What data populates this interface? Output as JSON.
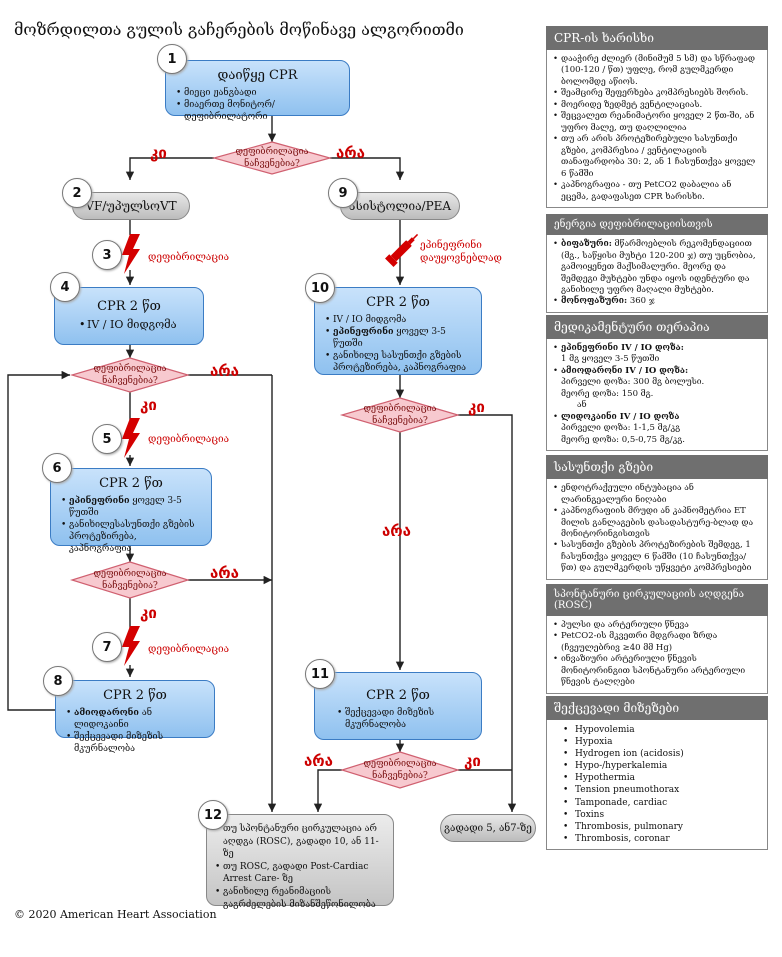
{
  "title": "მოზრდილთა გულის გაჩერების მოწინავე ალგორითმი",
  "copyright": "© 2020 American Heart Association",
  "colors": {
    "accent_red": "#cc0000",
    "box_blue": "#8fc1ef",
    "sidebar_header": "#6f6f6f"
  },
  "flow": {
    "step1": {
      "num": "1",
      "title": "დაიწყე CPR",
      "items": [
        "მიეცი ჟანგბადი",
        "მიაერთე მონიტორ/დეფიბრილატორი"
      ]
    },
    "q1": "დეფიბრილაცია ნაჩვენებია?",
    "yes": "კი",
    "no": "არა",
    "step2": {
      "num": "2",
      "label": "VF/უპულსოVT"
    },
    "step9": {
      "num": "9",
      "label": "ასისტოლია/PEA"
    },
    "step3": {
      "num": "3",
      "label": "დეფიბრილაცია"
    },
    "epi_label": "ეპინეფრინი დაუყოვნებლად",
    "step4": {
      "num": "4",
      "title": "CPR 2 წთ",
      "items": [
        "IV / IO მიდგომა"
      ]
    },
    "step10": {
      "num": "10",
      "title": "CPR 2 წთ",
      "items": [
        "IV / IO მიდგომა",
        "ყოველ 3-5 წუთში",
        "განიხილე სასუნთქი გზების პროტეზირება, კაპნოგრაფია"
      ],
      "epi_bold": "ეპინეფრინი"
    },
    "q2": "დეფიბრილაცია ნაჩვენებია?",
    "q3": "დეფიბრილაცია ნაჩვენებია?",
    "step5": {
      "num": "5",
      "label": "დეფიბრილაცია"
    },
    "step6": {
      "num": "6",
      "title": "CPR 2 წთ",
      "epi_bold": "ეპინეფრინი",
      "items": [
        "ყოველ 3-5 წუთში",
        "განიხილესასუნთქი გზების პროტეზირება, კაპნოგრაფია"
      ]
    },
    "q4": "დეფიბრილაცია ნაჩვენებია?",
    "step7": {
      "num": "7",
      "label": "დეფიბრილაცია"
    },
    "step8": {
      "num": "8",
      "title": "CPR 2 წთ",
      "amio_bold": "ამიოდარონი",
      "amio_rest": "ან ლიდოკაინი",
      "items": [
        "შექცევადი მიზეზის მკურნალობა"
      ]
    },
    "step11": {
      "num": "11",
      "title": "CPR 2 წთ",
      "items": [
        "შექცევადი მიზეზის მკურნალობა"
      ]
    },
    "q5": "დეფიბრილაცია ნაჩვენებია?",
    "step12": {
      "num": "12",
      "items": [
        "თუ სპონტანური ცირკულაცია არ აღდგა (ROSC), გადადი 10, ან 11-ზე",
        "თუ ROSC, გადადი Post-Cardiac Arrest Care- ზე",
        "განიხილე რეანიმაციის გაგრძელების მიზანშეწონილობა"
      ]
    },
    "goto": "გადადი 5, ან7-ზე"
  },
  "sidebar": {
    "cpr": {
      "title": "CPR-ის ხარისხი",
      "items": [
        "დააჭირე ძლიერ (მინიმუმ 5 სმ) და სწრაფად (100-120 / წთ) უფლე, რომ გულმკერდი ბოლომდე აწიოს.",
        "შეამცირე შეფერხება კომპრესიებს შორის.",
        "მოერიდე ზედმეტ ვენტილაციას.",
        "შეცვალეთ რეანიმატორი ყოველ 2 წთ-ში, ან უფრო მალე, თუ დაღლილია",
        "თუ არ არის პროტეზირებული სასუნთქი გზები, კომპრესია / ვენტილაციის თანაფარდობა 30: 2, ან 1 ჩასუნთქვა ყოველ 6 წამში",
        "კაპნოგრაფია - თუ PetCO2 დაბალია ან ეცემა, გადაფასეთ CPR ხარისხი."
      ]
    },
    "energy": {
      "title": "ენერგია დეფიბრილაციისთვის",
      "bi_bold": "ბიფაზური:",
      "bi_text": "მწარმოებლის რეკომენდაციით (მგ., საწყისი მუხტი 120-200 ჯ) თუ უცნობია, გამოიყენეთ მაქსიმალური. მეორე და შემდეგი მუხტები უნდა იყოს იდენტური და განიხილე უფრო მაღალი მუხტები.",
      "mono_bold": "მონოფაზური:",
      "mono_text": "360 ჯ"
    },
    "drug": {
      "title": "მედიკამენტური თერაპია",
      "epi_bold": "ეპინეფრინი IV / IO დოზა:",
      "epi_text": "1 მგ ყოველ 3-5 წუთში",
      "amio_bold": "ამიოდარონი IV / IO დოზა:",
      "amio_text1": "პირველი დოზა: 300 მგ ბოლუსი.",
      "amio_text2": "მეორე დოზა: 150 მგ.",
      "or": "ან",
      "lido_bold": "ლიდოკაინი IV / IO დოზა",
      "lido_text1": "პირველი დოზა: 1-1,5 მგ/კგ",
      "lido_text2": "მეორე დოზა: 0,5-0,75 მგ/კგ."
    },
    "airway": {
      "title": "სასუნთქი გზები",
      "items": [
        "ენდოტრაქეული ინტუბაცია ან ლარინგეალური ნიღაბი",
        "კაპნოგრაფიის მრუდი ან კაპნომეტრია ET მილის განლაგების დასადასტურე-ბლად და მონიტორინგისთვის",
        "სასუნთქი გზების პროტეზირების შემდეგ, 1 ჩასუნთქვა ყოველ 6 წამში (10 ჩასუნთქვა/წთ) და გულმკერდის უწყვეტი კომპრესიები"
      ]
    },
    "rosc": {
      "title": "სპონტანური ცირკულაციის აღდგენა (ROSC)",
      "items": [
        "პულსი და არტერიული წნევა",
        "PetCO2-ის მკვეთრი მდგრადი ზრდა (ჩვეულებრივ ≥40 მმ Hg)",
        "ინვაზიური არტერიული წნევის მონიტორინგით სპონტანური არტერიული წნევის ტალღები"
      ]
    },
    "causes": {
      "title": "შექცევადი მიზეზები",
      "items": [
        "Hypovolemia",
        "Hypoxia",
        "Hydrogen ion (acidosis)",
        "Hypo-/hyperkalemia",
        "Hypothermia",
        "Tension pneumothorax",
        "Tamponade, cardiac",
        "Toxins",
        "Thrombosis, pulmonary",
        "Thrombosis, coronar"
      ]
    }
  }
}
